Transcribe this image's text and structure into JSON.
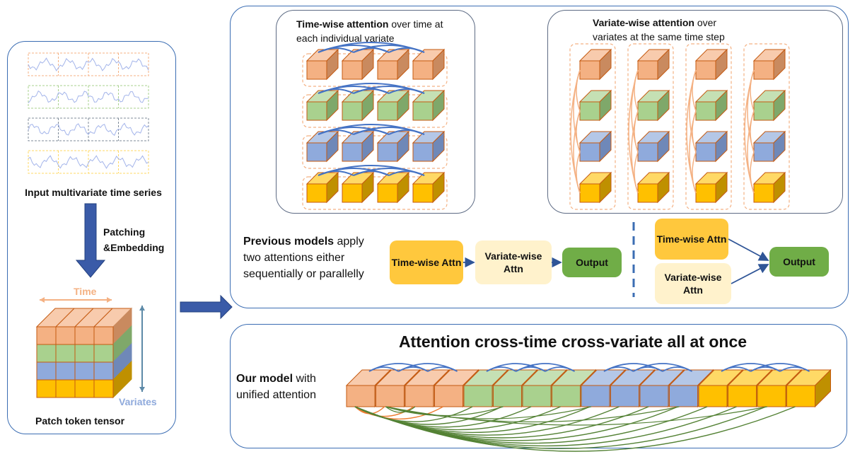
{
  "left": {
    "input_label": "Input multivariate time series",
    "patching_label": "Patching",
    "embedding_label": "&Embedding",
    "time_label": "Time",
    "variates_label": "Variates",
    "tensor_label": "Patch token tensor"
  },
  "timewise": {
    "title_bold": "Time-wise attention",
    "title_rest": " over time at",
    "title_line2": "each individual variate"
  },
  "variatewise": {
    "title_bold": "Variate-wise attention",
    "title_rest": " over",
    "title_line2": "variates at the same time step"
  },
  "previous": {
    "title_bold": "Previous models",
    "title_rest": " apply",
    "line2": "two attentions either",
    "line3": "sequentially or parallelly",
    "seq_time": "Time-wise Attn",
    "seq_variate": "Variate-wise Attn",
    "seq_output": "Output",
    "par_time": "Time-wise Attn",
    "par_variate": "Variate-wise Attn",
    "par_output": "Output"
  },
  "ours": {
    "heading": "Attention cross-time cross-variate all at once",
    "title_bold": "Our model",
    "title_rest": " with",
    "line2": "unified attention"
  },
  "colors": {
    "orange": "#f4b183",
    "green": "#a9d18e",
    "blue": "#8faadc",
    "yellow": "#ffc000",
    "panel_border": "#3b6db3",
    "arrow": "#2f5597",
    "output_green": "#70ad47",
    "time_box": "#ffc83d",
    "variate_box": "#fff2cc"
  }
}
